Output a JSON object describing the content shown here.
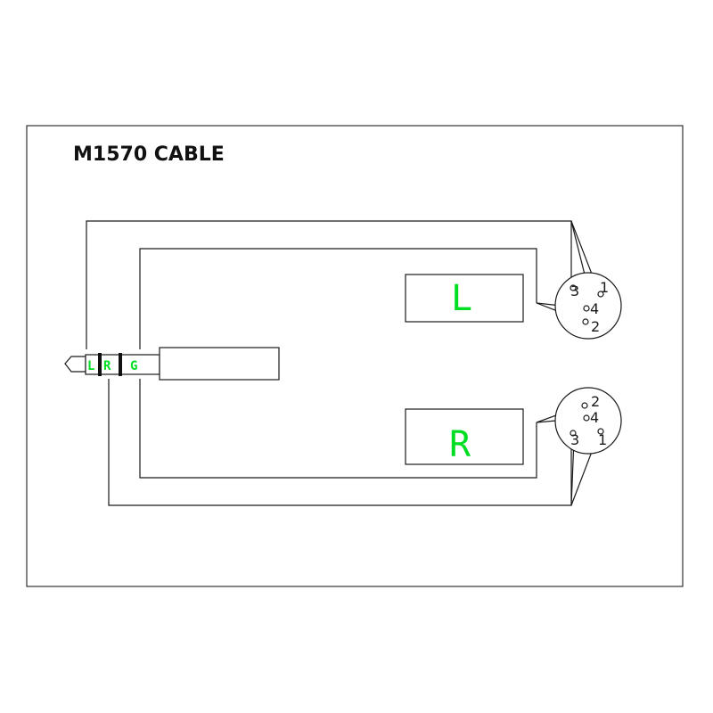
{
  "title": "M1570 CABLE",
  "colors": {
    "accent_green": "#00dd22",
    "line": "#1a1a1a"
  },
  "plug": {
    "left_label": "L",
    "right_label": "R",
    "ground_label": "G"
  },
  "channels": {
    "left": {
      "label": "L"
    },
    "right": {
      "label": "R"
    }
  },
  "connectors": {
    "left_xlr": {
      "pins": {
        "p1": "1",
        "p2": "2",
        "p3": "3",
        "p4": "4"
      }
    },
    "right_xlr": {
      "pins": {
        "p1": "1",
        "p2": "2",
        "p3": "3",
        "p4": "4"
      }
    }
  }
}
